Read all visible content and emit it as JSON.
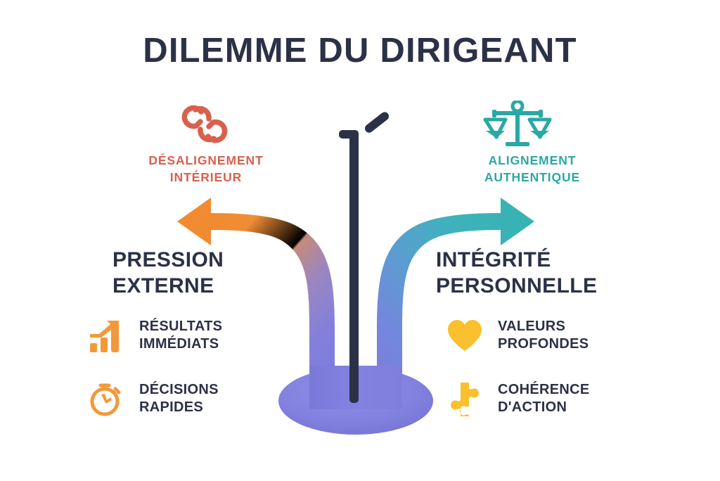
{
  "title": "DILEMME DU DIRIGEANT",
  "colors": {
    "navy": "#2b3247",
    "orange": "#f28a2e",
    "teal": "#35b3b0",
    "purple": "#7c7bdc",
    "coral": "#d9604d",
    "yellow": "#fbc02d",
    "background": "#ffffff"
  },
  "left_branch": {
    "top_label": "DÉSALIGNEMENT\nINTÉRIEUR",
    "top_label_line1": "DÉSALIGNEMENT",
    "top_label_line2": "INTÉRIEUR",
    "top_icon": "broken-chain-icon",
    "heading": "PRESSION\nEXTERNE",
    "heading_line1": "PRESSION",
    "heading_line2": "EXTERNE",
    "arrow_direction": "left",
    "items": [
      {
        "icon": "growth-chart-icon",
        "label": "RÉSULTATS\nIMMÉDIATS"
      },
      {
        "icon": "stopwatch-icon",
        "label": "DÉCISIONS\nRAPIDES"
      }
    ]
  },
  "right_branch": {
    "top_label": "ALIGNEMENT\nAUTHENTIQUE",
    "top_label_line1": "ALIGNEMENT",
    "top_label_line2": "AUTHENTIQUE",
    "top_icon": "balance-scales-icon",
    "heading": "INTÉGRITÉ\nPERSONNELLE",
    "heading_line1": "INTÉGRITÉ",
    "heading_line2": "PERSONNELLE",
    "arrow_direction": "right",
    "items": [
      {
        "icon": "heart-icon",
        "label": "VALEURS\nPROFONDES"
      },
      {
        "icon": "puzzle-piece-icon",
        "label": "COHÉRENCE\nD'ACTION"
      }
    ]
  },
  "center": {
    "element": "broken-signpost",
    "description": "vertical post on purple base with detached diagonal arm"
  }
}
